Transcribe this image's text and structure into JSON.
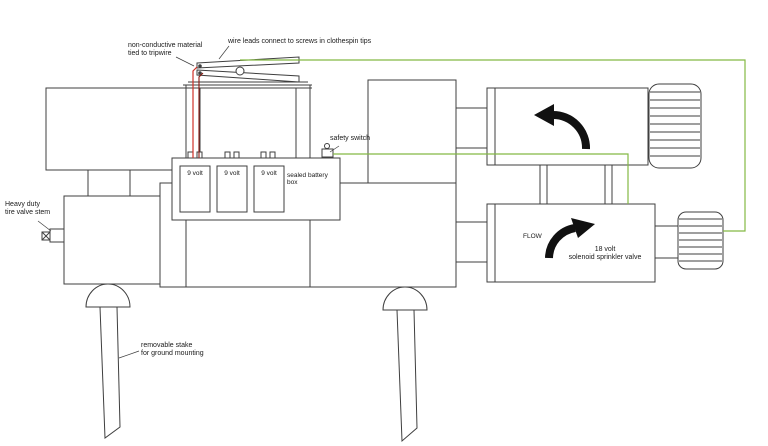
{
  "diagram": {
    "labels": {
      "tripwire_material_line1": "non-conductive material",
      "tripwire_material_line2": "tied to tripwire",
      "wire_leads": "wire leads connect to screws in clothespin tips",
      "safety_switch": "safety switch",
      "batteries": [
        "9 volt",
        "9 volt",
        "9 volt"
      ],
      "battery_box_line1": "sealed battery",
      "battery_box_line2": "box",
      "tire_valve_line1": "Heavy duty",
      "tire_valve_line2": "tire valve stem",
      "flow": "FLOW",
      "solenoid_line1": "18 volt",
      "solenoid_line2": "solenoid sprinkler valve",
      "stake_line1": "removable stake",
      "stake_line2": "for ground mounting"
    },
    "colors": {
      "line": "#3f3f3f",
      "wire_red": "#d03128",
      "wire_red_dark": "#8a1a12",
      "wire_green": "#84b944",
      "arrow": "#111111",
      "background": "#ffffff",
      "text": "#1a1a1a"
    }
  }
}
